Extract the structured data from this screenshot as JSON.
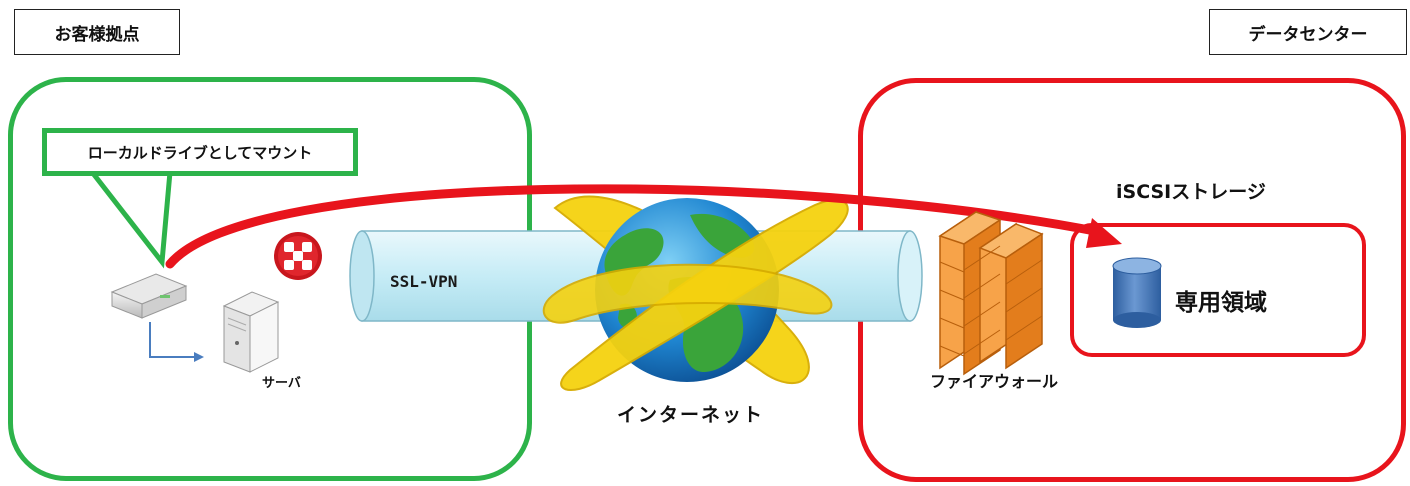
{
  "labels": {
    "customer_site": "お客様拠点",
    "data_center": "データセンター",
    "callout": "ローカルドライブとしてマウント",
    "vpn": "SSL-VPN",
    "server": "サーバ",
    "internet": "インターネット",
    "firewall": "ファイアウォール",
    "storage_title": "iSCSIストレージ",
    "dedicated_area": "専用領域"
  },
  "colors": {
    "customer_zone": "#2db34a",
    "datacenter_zone": "#e8141c",
    "arrow": "#e8141c",
    "tunnel": "#cfeef7",
    "firewall": "#f28b22",
    "globe_ring": "#f5d20f",
    "cylinder": "#3f74b9"
  },
  "icons": {
    "nas": "nas-drive-icon",
    "server": "server-tower-icon",
    "vpn_appliance": "vpn-appliance-icon",
    "globe": "globe-icon",
    "firewall": "firewall-icon",
    "storage": "storage-cylinder-icon"
  }
}
